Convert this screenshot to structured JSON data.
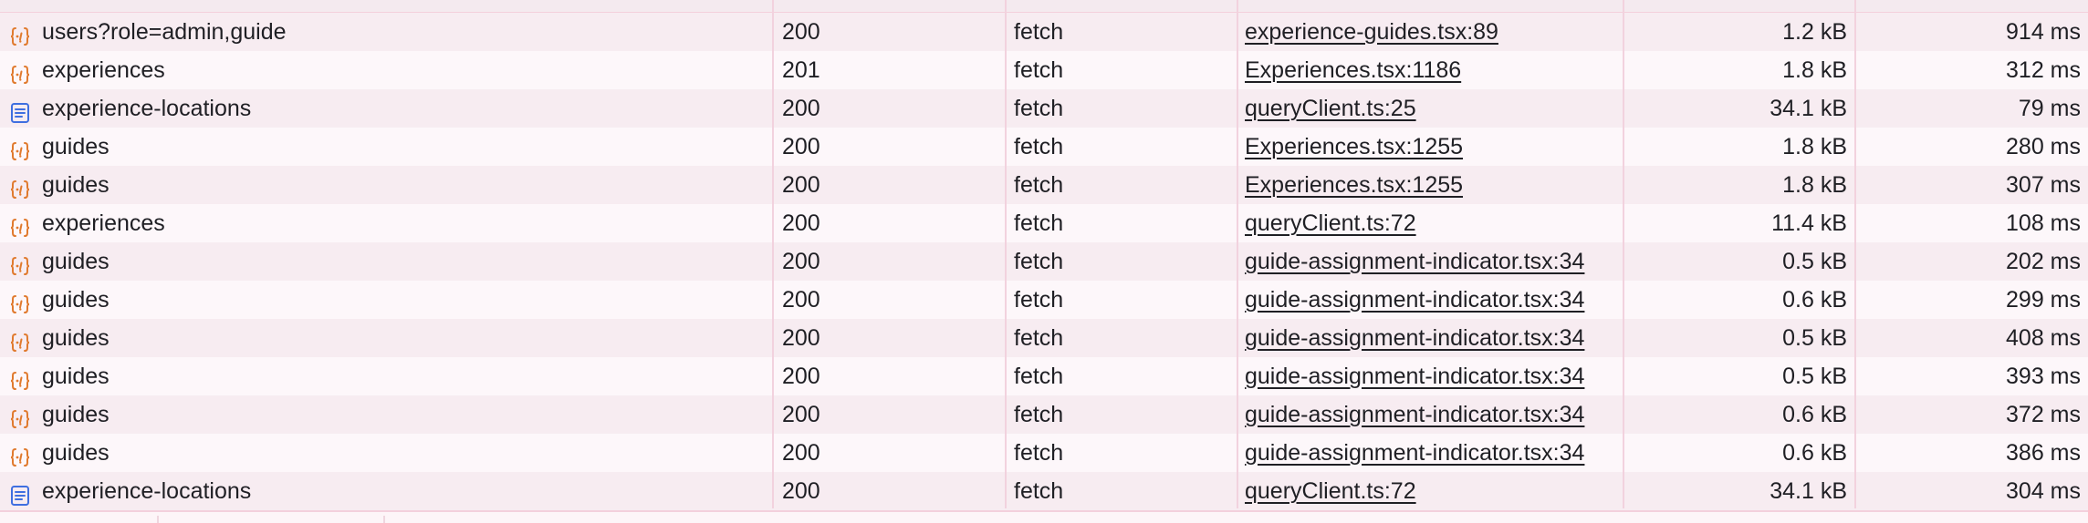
{
  "colors": {
    "accent_json_icon": "#e07a2e",
    "accent_doc_icon": "#3f6fe0",
    "row_even": "#f7ecf1",
    "row_odd": "#fdf7fa",
    "grid_line": "#f2d2de"
  },
  "requests": [
    {
      "icon": "json-icon",
      "name": "users?role=admin,guide",
      "status": "200",
      "type": "fetch",
      "initiator": "experience-guides.tsx:89",
      "size": "1.2 kB",
      "time": "914 ms"
    },
    {
      "icon": "json-icon",
      "name": "experiences",
      "status": "201",
      "type": "fetch",
      "initiator": "Experiences.tsx:1186",
      "size": "1.8 kB",
      "time": "312 ms"
    },
    {
      "icon": "document-icon",
      "name": "experience-locations",
      "status": "200",
      "type": "fetch",
      "initiator": "queryClient.ts:25",
      "size": "34.1 kB",
      "time": "79 ms"
    },
    {
      "icon": "json-icon",
      "name": "guides",
      "status": "200",
      "type": "fetch",
      "initiator": "Experiences.tsx:1255",
      "size": "1.8 kB",
      "time": "280 ms"
    },
    {
      "icon": "json-icon",
      "name": "guides",
      "status": "200",
      "type": "fetch",
      "initiator": "Experiences.tsx:1255",
      "size": "1.8 kB",
      "time": "307 ms"
    },
    {
      "icon": "json-icon",
      "name": "experiences",
      "status": "200",
      "type": "fetch",
      "initiator": "queryClient.ts:72",
      "size": "11.4 kB",
      "time": "108 ms"
    },
    {
      "icon": "json-icon",
      "name": "guides",
      "status": "200",
      "type": "fetch",
      "initiator": "guide-assignment-indicator.tsx:34",
      "size": "0.5 kB",
      "time": "202 ms"
    },
    {
      "icon": "json-icon",
      "name": "guides",
      "status": "200",
      "type": "fetch",
      "initiator": "guide-assignment-indicator.tsx:34",
      "size": "0.6 kB",
      "time": "299 ms"
    },
    {
      "icon": "json-icon",
      "name": "guides",
      "status": "200",
      "type": "fetch",
      "initiator": "guide-assignment-indicator.tsx:34",
      "size": "0.5 kB",
      "time": "408 ms"
    },
    {
      "icon": "json-icon",
      "name": "guides",
      "status": "200",
      "type": "fetch",
      "initiator": "guide-assignment-indicator.tsx:34",
      "size": "0.5 kB",
      "time": "393 ms"
    },
    {
      "icon": "json-icon",
      "name": "guides",
      "status": "200",
      "type": "fetch",
      "initiator": "guide-assignment-indicator.tsx:34",
      "size": "0.6 kB",
      "time": "372 ms"
    },
    {
      "icon": "json-icon",
      "name": "guides",
      "status": "200",
      "type": "fetch",
      "initiator": "guide-assignment-indicator.tsx:34",
      "size": "0.6 kB",
      "time": "386 ms"
    },
    {
      "icon": "document-icon",
      "name": "experience-locations",
      "status": "200",
      "type": "fetch",
      "initiator": "queryClient.ts:72",
      "size": "34.1 kB",
      "time": "304 ms"
    }
  ]
}
